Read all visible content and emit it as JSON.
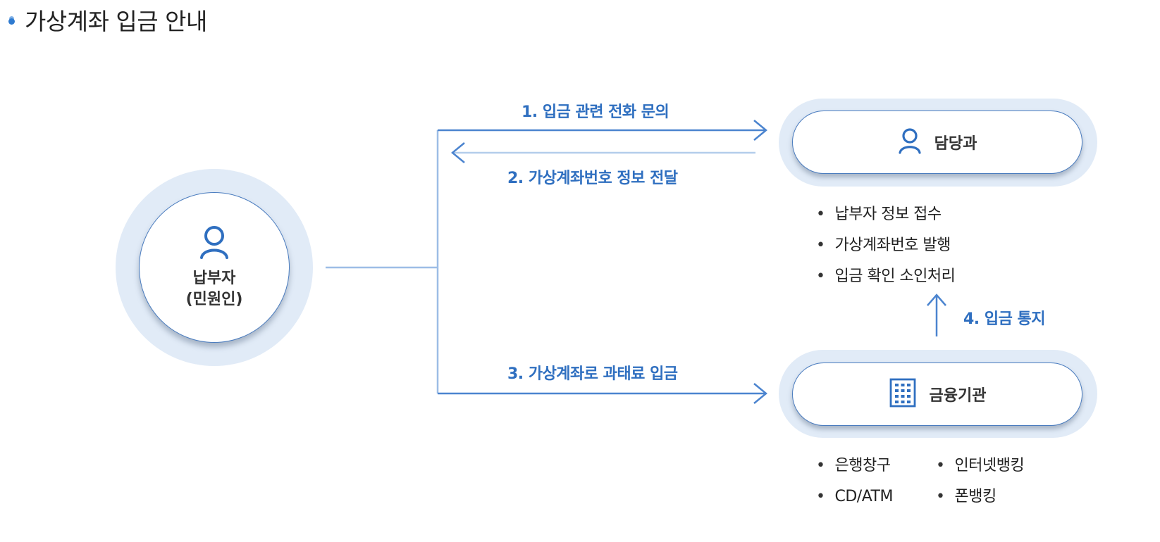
{
  "page": {
    "title": "가상계좌 입금 안내"
  },
  "taxpayer": {
    "line1": "납부자",
    "line2": "(민원인)",
    "icon": "user-icon"
  },
  "department": {
    "label": "담당과",
    "icon": "user-icon"
  },
  "bank": {
    "label": "금융기관",
    "icon": "building-icon"
  },
  "steps": {
    "s1": "1. 입금 관련 전화 문의",
    "s2": "2. 가상계좌번호 정보 전달",
    "s3": "3. 가상계좌로 과태료 입금",
    "s4": "4. 입금 통지"
  },
  "department_tasks": [
    "납부자 정보 접수",
    "가상계좌번호 발행",
    "입금 확인 소인처리"
  ],
  "bank_channels": {
    "left": [
      "은행창구",
      "CD/ATM"
    ],
    "right": [
      "인터넷뱅킹",
      "폰뱅킹"
    ]
  },
  "colors": {
    "accent": "#2f6fc0",
    "line": "#7ea8dc",
    "ring": "#e1ebf7"
  }
}
